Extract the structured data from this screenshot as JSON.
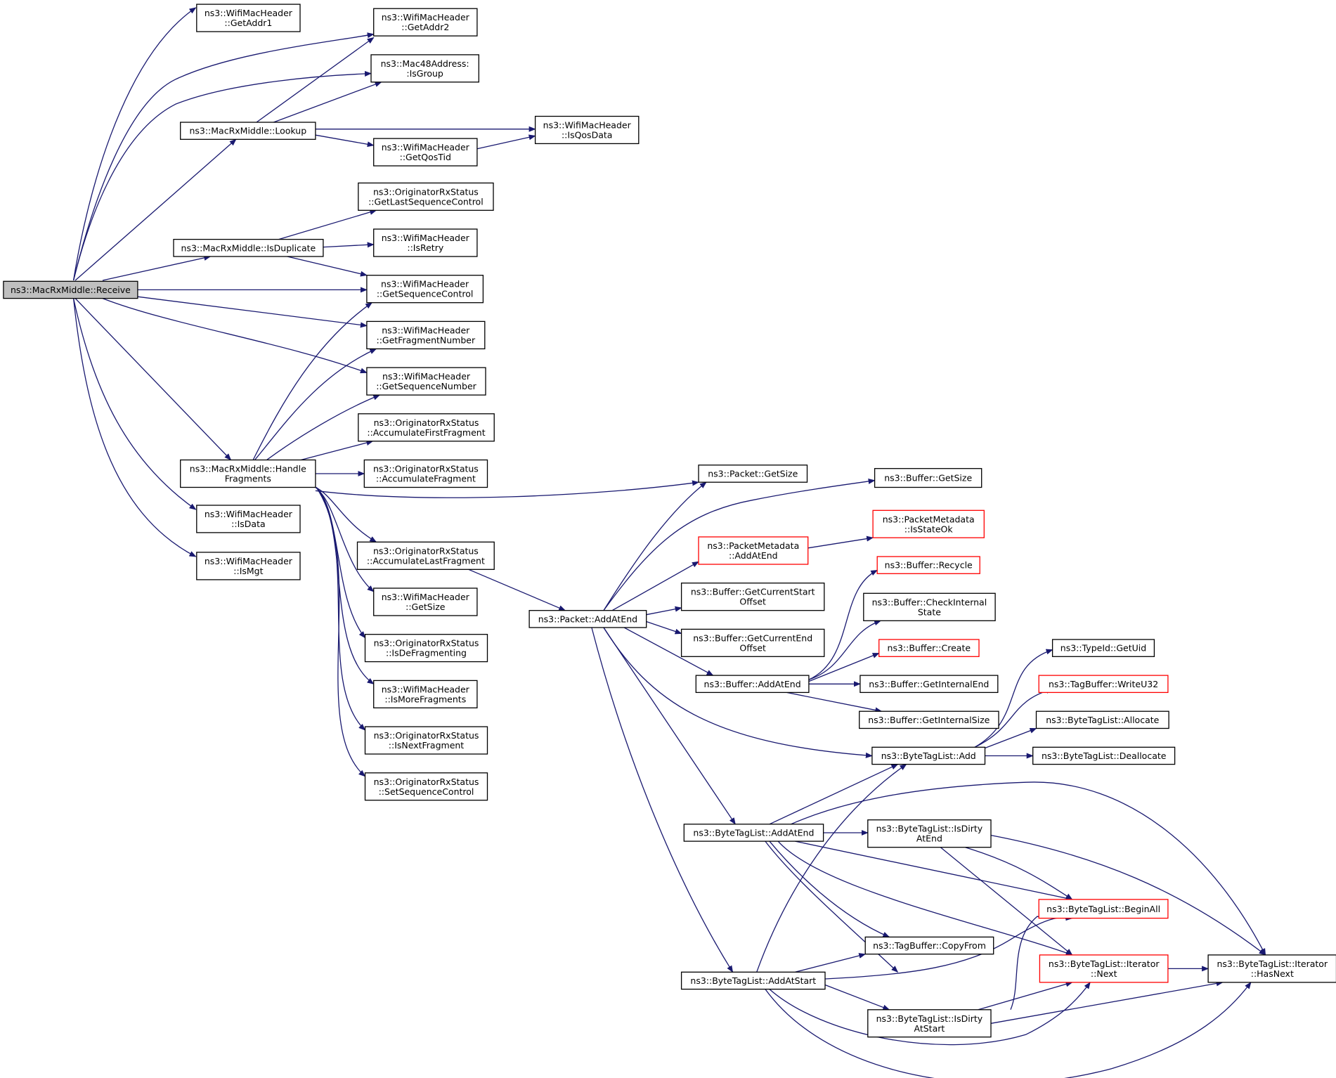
{
  "colors": {
    "edge": "#191970",
    "node_border": "#000000",
    "node_truncated_border": "#ff0000",
    "root_fill": "#bfbfbf",
    "background": "#ffffff"
  },
  "nodes": [
    {
      "id": "receive",
      "lines": [
        "ns3::MacRxMiddle::Receive"
      ],
      "root": true
    },
    {
      "id": "getaddr1",
      "lines": [
        "ns3::WifiMacHeader",
        "::GetAddr1"
      ]
    },
    {
      "id": "getaddr2",
      "lines": [
        "ns3::WifiMacHeader",
        "::GetAddr2"
      ]
    },
    {
      "id": "isgroup",
      "lines": [
        "ns3::Mac48Address:",
        ":IsGroup"
      ]
    },
    {
      "id": "lookup",
      "lines": [
        "ns3::MacRxMiddle::Lookup"
      ]
    },
    {
      "id": "isqosdata",
      "lines": [
        "ns3::WifiMacHeader",
        "::IsQosData"
      ]
    },
    {
      "id": "getqostid",
      "lines": [
        "ns3::WifiMacHeader",
        "::GetQosTid"
      ]
    },
    {
      "id": "getlastseqctl",
      "lines": [
        "ns3::OriginatorRxStatus",
        "::GetLastSequenceControl"
      ]
    },
    {
      "id": "isduplicate",
      "lines": [
        "ns3::MacRxMiddle::IsDuplicate"
      ]
    },
    {
      "id": "isretry",
      "lines": [
        "ns3::WifiMacHeader",
        "::IsRetry"
      ]
    },
    {
      "id": "getseqctl",
      "lines": [
        "ns3::WifiMacHeader",
        "::GetSequenceControl"
      ]
    },
    {
      "id": "getfragnum",
      "lines": [
        "ns3::WifiMacHeader",
        "::GetFragmentNumber"
      ]
    },
    {
      "id": "getseqnum",
      "lines": [
        "ns3::WifiMacHeader",
        "::GetSequenceNumber"
      ]
    },
    {
      "id": "accfirst",
      "lines": [
        "ns3::OriginatorRxStatus",
        "::AccumulateFirstFragment"
      ]
    },
    {
      "id": "handlefrag",
      "lines": [
        "ns3::MacRxMiddle::Handle",
        "Fragments"
      ]
    },
    {
      "id": "accfrag",
      "lines": [
        "ns3::OriginatorRxStatus",
        "::AccumulateFragment"
      ]
    },
    {
      "id": "isdata",
      "lines": [
        "ns3::WifiMacHeader",
        "::IsData"
      ]
    },
    {
      "id": "ismgt",
      "lines": [
        "ns3::WifiMacHeader",
        "::IsMgt"
      ]
    },
    {
      "id": "acclast",
      "lines": [
        "ns3::OriginatorRxStatus",
        "::AccumulateLastFragment"
      ]
    },
    {
      "id": "wgetsize",
      "lines": [
        "ns3::WifiMacHeader",
        "::GetSize"
      ]
    },
    {
      "id": "isdefrag",
      "lines": [
        "ns3::OriginatorRxStatus",
        "::IsDeFragmenting"
      ]
    },
    {
      "id": "ismorefrag",
      "lines": [
        "ns3::WifiMacHeader",
        "::IsMoreFragments"
      ]
    },
    {
      "id": "isnextfrag",
      "lines": [
        "ns3::OriginatorRxStatus",
        "::IsNextFragment"
      ]
    },
    {
      "id": "setseqctl",
      "lines": [
        "ns3::OriginatorRxStatus",
        "::SetSequenceControl"
      ]
    },
    {
      "id": "pgetsize",
      "lines": [
        "ns3::Packet::GetSize"
      ]
    },
    {
      "id": "bgetsize",
      "lines": [
        "ns3::Buffer::GetSize"
      ]
    },
    {
      "id": "pmstateok",
      "lines": [
        "ns3::PacketMetadata",
        "::IsStateOk"
      ],
      "truncated": true
    },
    {
      "id": "pmaddatend",
      "lines": [
        "ns3::PacketMetadata",
        "::AddAtEnd"
      ],
      "truncated": true
    },
    {
      "id": "brecycle",
      "lines": [
        "ns3::Buffer::Recycle"
      ],
      "truncated": true
    },
    {
      "id": "bcurstart",
      "lines": [
        "ns3::Buffer::GetCurrentStart",
        "Offset"
      ]
    },
    {
      "id": "paddatend",
      "lines": [
        "ns3::Packet::AddAtEnd"
      ]
    },
    {
      "id": "bcheck",
      "lines": [
        "ns3::Buffer::CheckInternal",
        "State"
      ]
    },
    {
      "id": "bcurend",
      "lines": [
        "ns3::Buffer::GetCurrentEnd",
        "Offset"
      ]
    },
    {
      "id": "bcreate",
      "lines": [
        "ns3::Buffer::Create"
      ],
      "truncated": true
    },
    {
      "id": "typeidgetuid",
      "lines": [
        "ns3::TypeId::GetUid"
      ]
    },
    {
      "id": "baddatend",
      "lines": [
        "ns3::Buffer::AddAtEnd"
      ]
    },
    {
      "id": "bintend",
      "lines": [
        "ns3::Buffer::GetInternalEnd"
      ]
    },
    {
      "id": "tbwrite",
      "lines": [
        "ns3::TagBuffer::WriteU32"
      ],
      "truncated": true
    },
    {
      "id": "btlalloc",
      "lines": [
        "ns3::ByteTagList::Allocate"
      ]
    },
    {
      "id": "bintsize",
      "lines": [
        "ns3::Buffer::GetInternalSize"
      ]
    },
    {
      "id": "btladd",
      "lines": [
        "ns3::ByteTagList::Add"
      ]
    },
    {
      "id": "btldealloc",
      "lines": [
        "ns3::ByteTagList::Deallocate"
      ]
    },
    {
      "id": "btladdatend",
      "lines": [
        "ns3::ByteTagList::AddAtEnd"
      ]
    },
    {
      "id": "btldirtyend",
      "lines": [
        "ns3::ByteTagList::IsDirty",
        "AtEnd"
      ]
    },
    {
      "id": "btlbeginall",
      "lines": [
        "ns3::ByteTagList::BeginAll"
      ],
      "truncated": true
    },
    {
      "id": "tbcopy",
      "lines": [
        "ns3::TagBuffer::CopyFrom"
      ]
    },
    {
      "id": "btlnext",
      "lines": [
        "ns3::ByteTagList::Iterator",
        "::Next"
      ],
      "truncated": true
    },
    {
      "id": "btlhasnext",
      "lines": [
        "ns3::ByteTagList::Iterator",
        "::HasNext"
      ]
    },
    {
      "id": "btladdatstart",
      "lines": [
        "ns3::ByteTagList::AddAtStart"
      ]
    },
    {
      "id": "btldirtystart",
      "lines": [
        "ns3::ByteTagList::IsDirty",
        "AtStart"
      ]
    }
  ]
}
